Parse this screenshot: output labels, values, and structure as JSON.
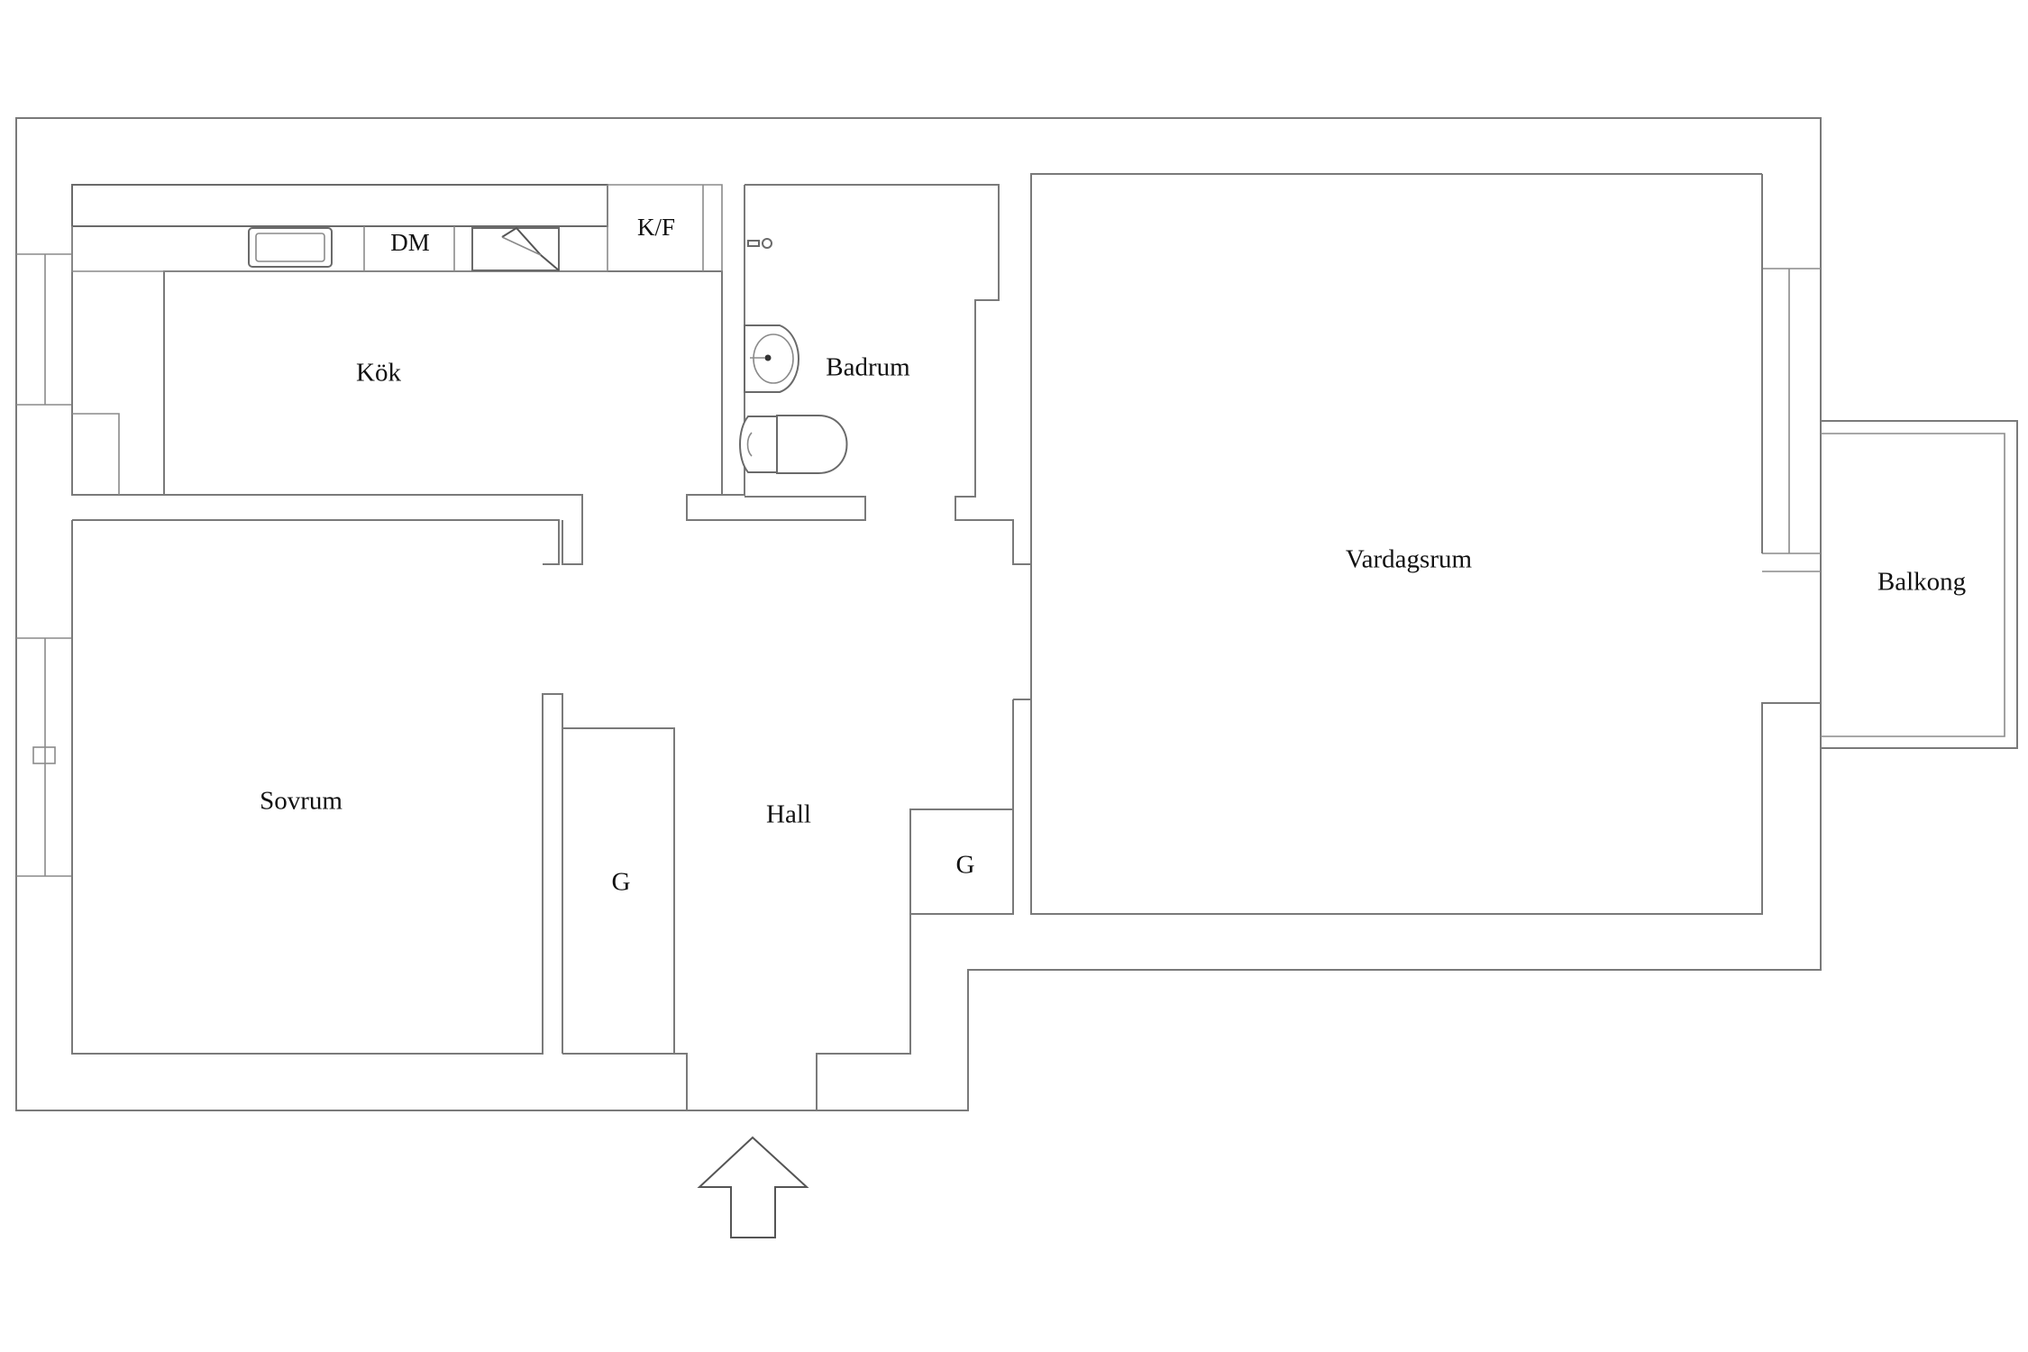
{
  "rooms": {
    "kitchen": "Kök",
    "dishwasher": "DM",
    "fridge_freezer": "K/F",
    "bathroom": "Badrum",
    "living_room": "Vardagsrum",
    "balcony": "Balkong",
    "bedroom": "Sovrum",
    "hall": "Hall",
    "wardrobe_left": "G",
    "wardrobe_right": "G"
  },
  "icons": {
    "entrance": "entrance-arrow-icon",
    "sink": "sink-icon",
    "toilet": "toilet-icon",
    "stove": "stove-icon",
    "shower": "shower-icon"
  }
}
